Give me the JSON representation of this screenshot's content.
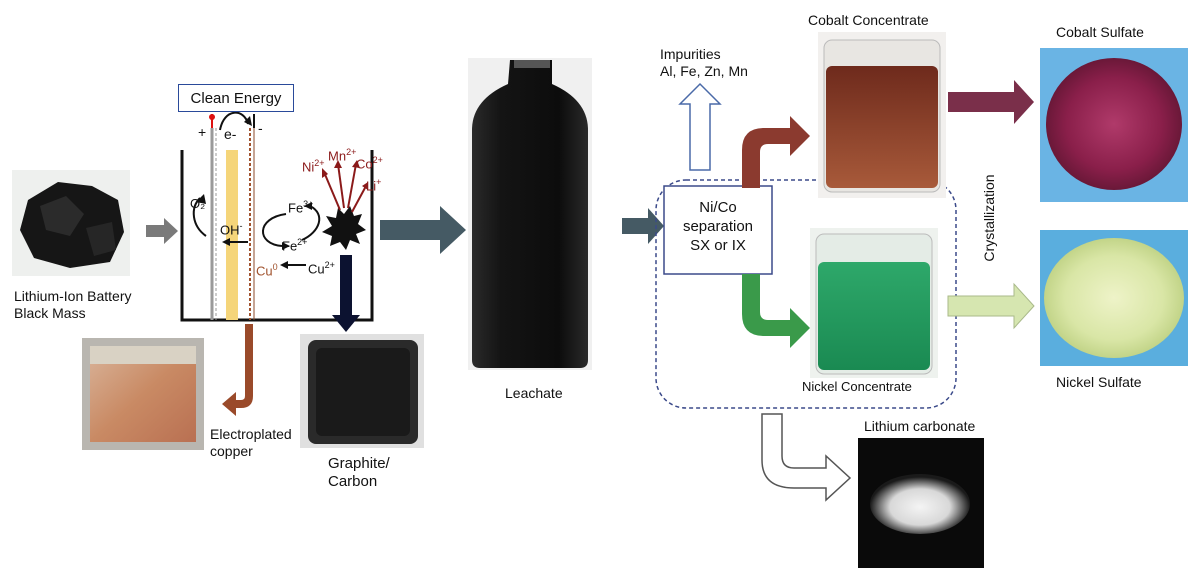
{
  "labels": {
    "black_mass": "Lithium-Ion Battery Black Mass",
    "clean_energy": "Clean Energy",
    "electroplated_copper": "Electroplated copper",
    "graphite_carbon": "Graphite/ Carbon",
    "leachate": "Leachate",
    "impurities_title": "Impurities",
    "impurities_list": "Al, Fe, Zn, Mn",
    "separation_line1": "Ni/Co",
    "separation_line2": "separation",
    "separation_line3": "SX or IX",
    "cobalt_concentrate": "Cobalt Concentrate",
    "nickel_concentrate": "Nickel Concentrate",
    "cobalt_sulfate": "Cobalt Sulfate",
    "nickel_sulfate": "Nickel Sulfate",
    "crystallization": "Crystallization",
    "lithium_carbonate": "Lithium carbonate"
  },
  "cell": {
    "plus": "+",
    "minus": "-",
    "electron": "e-",
    "o2": "O₂",
    "oh": "OH",
    "oh_sup": "-",
    "fe3": "Fe",
    "fe3_sup": "3+",
    "fe2": "Fe",
    "fe2_sup": "2+",
    "cu0": "Cu",
    "cu0_sup": "0",
    "cu2": "Cu",
    "cu2_sup": "2+",
    "ni": "Ni",
    "ni_sup": "2+",
    "mn": "Mn",
    "mn_sup": "2+",
    "co": "Co",
    "co_sup": "2+",
    "li": "Li",
    "li_sup": "+"
  },
  "colors": {
    "arrow_gray": "#455a64",
    "cobalt_arrow": "#8b3a2f",
    "nickel_arrow": "#3a9a4a",
    "cobalt_sulfate_arrow": "#7a2f4a",
    "nickel_sulfate_arrow": "#d6e6b0",
    "copper_arrow": "#9a4a2a",
    "graphite_arrow": "#0c1230",
    "dashed_box": "#3b4a8a",
    "ion_red": "#8b1a1a",
    "electrode_yellow": "#f5d57a"
  }
}
